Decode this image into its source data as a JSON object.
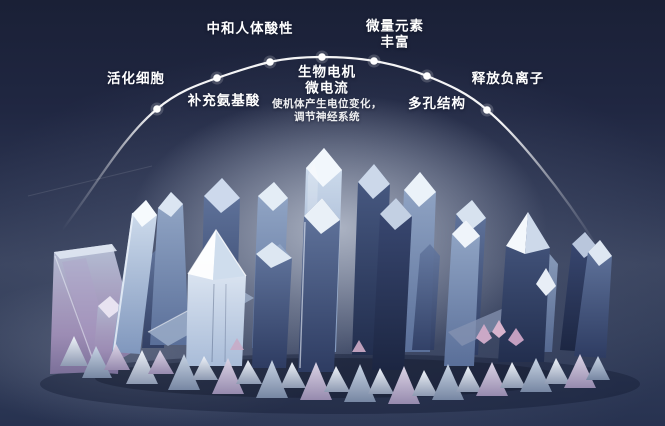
{
  "colors": {
    "background_top": "#1a2036",
    "background_glow": "#b7bfce",
    "background_bottom": "#273250",
    "arc_line": "#ffffff",
    "arc_dot": "#ffffff",
    "label_text": "#ffffff",
    "crystal_ice": "#d4e1f0",
    "crystal_navy": "#2e3c62",
    "crystal_purple": "#9c8cb4",
    "crystal_pink": "#cba8c6"
  },
  "labels": {
    "activate_cells": "活化细胞",
    "replenish_amino_acids": "补充氨基酸",
    "neutralize_body_acidity": "中和人体酸性",
    "bio_electricity_line1": "生物电机",
    "bio_electricity_line2": "微电流",
    "bio_electricity_note_line1": "使机体产生电位变化，",
    "bio_electricity_note_line2": "调节神经系统",
    "trace_elements_line1": "微量元素",
    "trace_elements_line2": "丰富",
    "porous_structure": "多孔结构",
    "release_negative_ions": "释放负离子"
  }
}
